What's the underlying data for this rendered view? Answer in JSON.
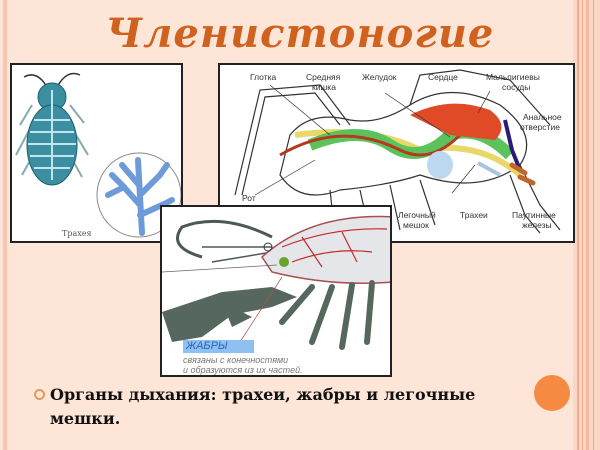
{
  "slide": {
    "title": "Членистоногие",
    "bullet": "Органы дыхания: трахеи, жабры и легочные мешки.",
    "colors": {
      "background": "#fde5d7",
      "title": "#d0621f",
      "accent_circle": "#f58a42"
    }
  },
  "images": {
    "insect": {
      "label": "Трахея"
    },
    "spider": {
      "labels": {
        "pharynx": "Глотка",
        "midgut_1": "Средняя",
        "midgut_2": "кишка",
        "stomach": "Желудок",
        "heart": "Сердце",
        "malpighian_1": "Мальпигиевы",
        "malpighian_2": "сосуды",
        "anal_1": "Анальное",
        "anal_2": "отверстие",
        "mouth": "Рот",
        "lung_1": "Легочный",
        "lung_2": "мешок",
        "tracheae": "Трахеи",
        "silk_1": "Паутинные",
        "silk_2": "железы"
      }
    },
    "crayfish": {
      "tag": "ЖАБРЫ",
      "desc_1": "связаны с конечностями",
      "desc_2": "и образуются из их частей."
    }
  }
}
